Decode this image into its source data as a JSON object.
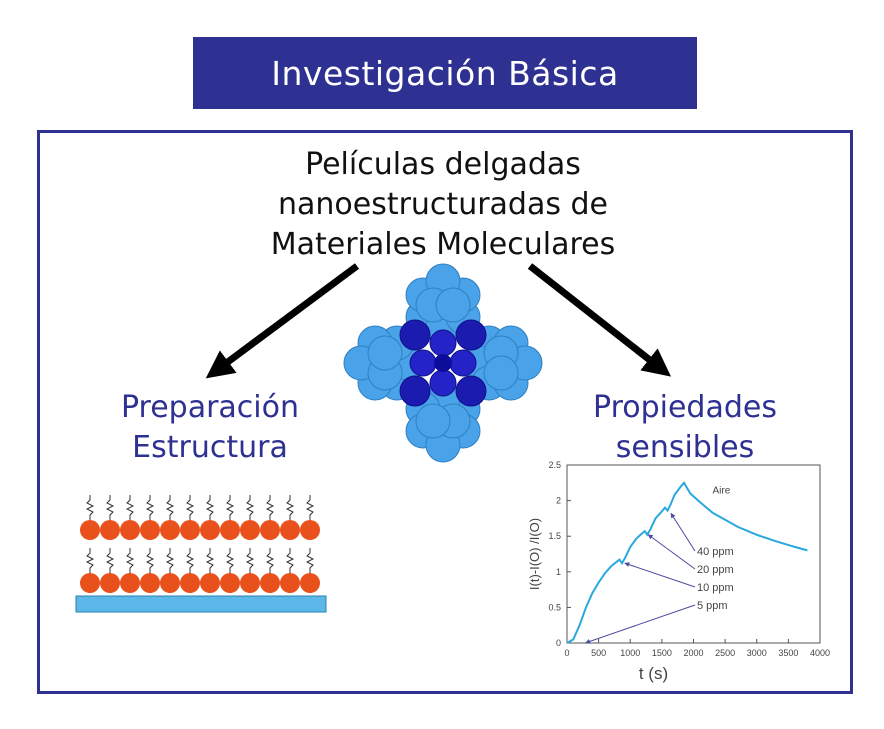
{
  "title": "Investigación Básica",
  "heading": {
    "line1": "Películas delgadas",
    "line2": "nanoestructuradas de",
    "line3": "Materiales Moleculares"
  },
  "left_label": {
    "line1": "Preparación",
    "line2": "Estructura"
  },
  "right_label": {
    "line1": "Propiedades",
    "line2": "sensibles"
  },
  "colors": {
    "title_bg": "#2e3192",
    "frame": "#2e3192",
    "label_text": "#2e3192",
    "molecule_light": "#4aa3e8",
    "molecule_dark": "#2323c8",
    "bead": "#e8501c",
    "substrate": "#5bb8e8",
    "curve": "#29a8dd",
    "annotation_arrow": "#4a4aa0"
  },
  "icons": [
    "phthalocyanine-molecule",
    "monolayer-film"
  ],
  "chart_data": {
    "type": "line",
    "title": "",
    "xlabel": "t (s)",
    "ylabel": "I(t)-I(O)  /I(O)",
    "xlim": [
      0,
      4000
    ],
    "ylim": [
      0,
      2.5
    ],
    "xticks": [
      0,
      500,
      1000,
      1500,
      2000,
      2500,
      3000,
      3500,
      4000
    ],
    "yticks": [
      0,
      0.5,
      1,
      1.5,
      2,
      2.5
    ],
    "annotation": "Aire",
    "series": [
      {
        "values": [
          [
            0,
            0
          ],
          [
            100,
            0.05
          ],
          [
            200,
            0.25
          ],
          [
            300,
            0.5
          ],
          [
            400,
            0.7
          ],
          [
            500,
            0.85
          ],
          [
            600,
            0.98
          ],
          [
            700,
            1.08
          ],
          [
            800,
            1.15
          ],
          [
            830,
            1.17
          ],
          [
            870,
            1.12
          ],
          [
            920,
            1.2
          ],
          [
            1000,
            1.35
          ],
          [
            1100,
            1.47
          ],
          [
            1200,
            1.55
          ],
          [
            1230,
            1.57
          ],
          [
            1270,
            1.52
          ],
          [
            1320,
            1.6
          ],
          [
            1400,
            1.75
          ],
          [
            1500,
            1.85
          ],
          [
            1550,
            1.9
          ],
          [
            1590,
            1.86
          ],
          [
            1640,
            1.95
          ],
          [
            1700,
            2.08
          ],
          [
            1800,
            2.2
          ],
          [
            1850,
            2.25
          ],
          [
            1950,
            2.1
          ],
          [
            2100,
            1.98
          ],
          [
            2300,
            1.83
          ],
          [
            2500,
            1.73
          ],
          [
            2700,
            1.63
          ],
          [
            3000,
            1.52
          ],
          [
            3300,
            1.43
          ],
          [
            3600,
            1.35
          ],
          [
            3800,
            1.3
          ]
        ]
      }
    ],
    "labels": [
      {
        "text": "40 ppm",
        "target": [
          1580,
          1.85
        ]
      },
      {
        "text": "20 ppm",
        "target": [
          1220,
          1.55
        ]
      },
      {
        "text": "10 ppm",
        "target": [
          850,
          1.15
        ]
      },
      {
        "text": "5 ppm",
        "target": [
          230,
          0.03
        ]
      }
    ]
  }
}
